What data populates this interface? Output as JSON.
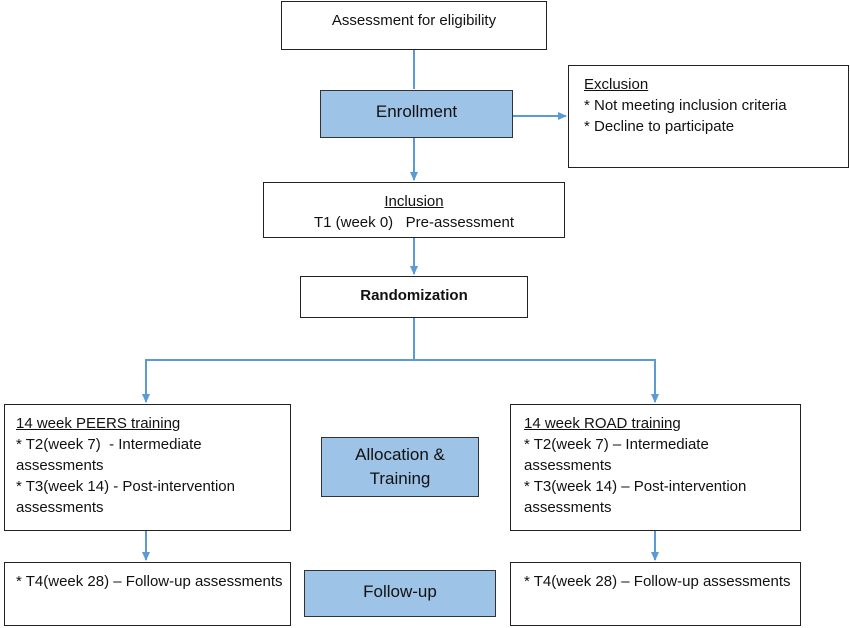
{
  "colors": {
    "stage_fill": "#9dc3e6",
    "arrow": "#5b9bd5",
    "border": "#222222"
  },
  "assessment": "Assessment for eligibility",
  "enrollment": "Enrollment",
  "exclusion": {
    "title": "Exclusion",
    "items": [
      "* Not meeting inclusion criteria",
      "* Decline to participate"
    ]
  },
  "inclusion": {
    "title": "Inclusion",
    "detail": "T1 (week 0)   Pre-assessment"
  },
  "randomization": "Randomization",
  "peers": {
    "title": "14 week PEERS training",
    "items": [
      "* T2(week 7)  - Intermediate assessments",
      "* T3(week 14) - Post-intervention assessments"
    ],
    "followup": "* T4(week 28) – Follow-up assessments"
  },
  "road": {
    "title": "14 week ROAD training",
    "items": [
      "* T2(week 7) – Intermediate assessments",
      "* T3(week 14) – Post-intervention assessments"
    ],
    "followup": "* T4(week 28) – Follow-up assessments"
  },
  "allocation": {
    "line1": "Allocation &",
    "line2": "Training"
  },
  "followup_stage": "Follow-up"
}
